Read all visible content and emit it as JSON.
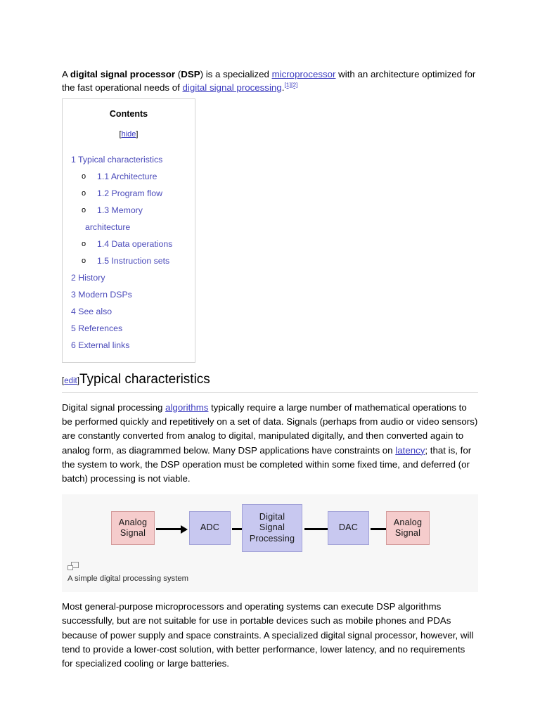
{
  "article": {
    "lead": {
      "p1_a": "A ",
      "p1_term": "digital signal processor",
      "p1_b": " (",
      "p1_abbr": "DSP",
      "p1_c": ") is a specialized ",
      "p1_link1": "microprocessor",
      "p1_d": " with an architecture optimized for the fast operational needs of ",
      "p1_link2": "digital signal processing",
      "p1_e": ".",
      "ref1": "[1]",
      "ref2": "[2]"
    },
    "toc": {
      "title": "Contents",
      "toggle_open_bracket": "[",
      "toggle_label": "hide",
      "toggle_close_bracket": "]",
      "bullet": "o",
      "items": [
        {
          "label": "1 Typical characteristics",
          "level": 1
        },
        {
          "label": "1.1 Architecture",
          "level": 2
        },
        {
          "label": "1.2 Program flow",
          "level": 2
        },
        {
          "label": "1.3 Memory architecture",
          "level": 2
        },
        {
          "label": "1.4 Data operations",
          "level": 2
        },
        {
          "label": "1.5 Instruction sets",
          "level": 2
        },
        {
          "label": "2 History",
          "level": 1
        },
        {
          "label": "3 Modern DSPs",
          "level": 1
        },
        {
          "label": "4 See also",
          "level": 1
        },
        {
          "label": "5 References",
          "level": 1
        },
        {
          "label": "6 External links",
          "level": 1
        }
      ]
    },
    "section": {
      "edit_open_bracket": "[",
      "edit_label": "edit",
      "edit_close_bracket": "]",
      "heading": "Typical characteristics"
    },
    "paragraph1": {
      "a": "Digital signal processing ",
      "link": "algorithms",
      "b": " typically require a large number of mathematical operations to be performed quickly and repetitively on a set of data. Signals (perhaps from audio or video sensors) are constantly converted from analog to digital, manipulated digitally, and then converted again to analog form, as diagrammed below. Many DSP applications have constraints on ",
      "link2": "latency",
      "c": "; that is, for the system to work, the DSP operation must be completed within some fixed time, and deferred (or batch) processing is not viable."
    },
    "figure": {
      "caption": "A simple digital processing system",
      "enlarge_icon_name": "enlarge-icon",
      "background_color": "#f7f7f7",
      "pink_fill": "#f5cccc",
      "pink_border": "#d39a9a",
      "lavender_fill": "#c8c8f0",
      "lavender_border": "#a3a3d8",
      "nodes": [
        {
          "label": "Analog\nSignal",
          "line1": "Analog",
          "line2": "Signal",
          "line3": "",
          "style": "pink"
        },
        {
          "label": "ADC",
          "line1": "ADC",
          "line2": "",
          "line3": "",
          "style": "lavender"
        },
        {
          "label": "Digital Signal Processing",
          "line1": "Digital",
          "line2": "Signal",
          "line3": "Processing",
          "style": "lavender"
        },
        {
          "label": "DAC",
          "line1": "DAC",
          "line2": "",
          "line3": "",
          "style": "lavender"
        },
        {
          "label": "Analog\nSignal",
          "line1": "Analog",
          "line2": "Signal",
          "line3": "",
          "style": "pink"
        }
      ]
    },
    "paragraph2": {
      "text": "Most general-purpose microprocessors and operating systems can execute DSP algorithms successfully, but are not suitable for use in portable devices such as mobile phones and PDAs because of power supply and space constraints. A specialized digital signal processor, however, will tend to provide a lower-cost solution, with better performance, lower latency, and no requirements for specialized cooling or large batteries."
    }
  }
}
